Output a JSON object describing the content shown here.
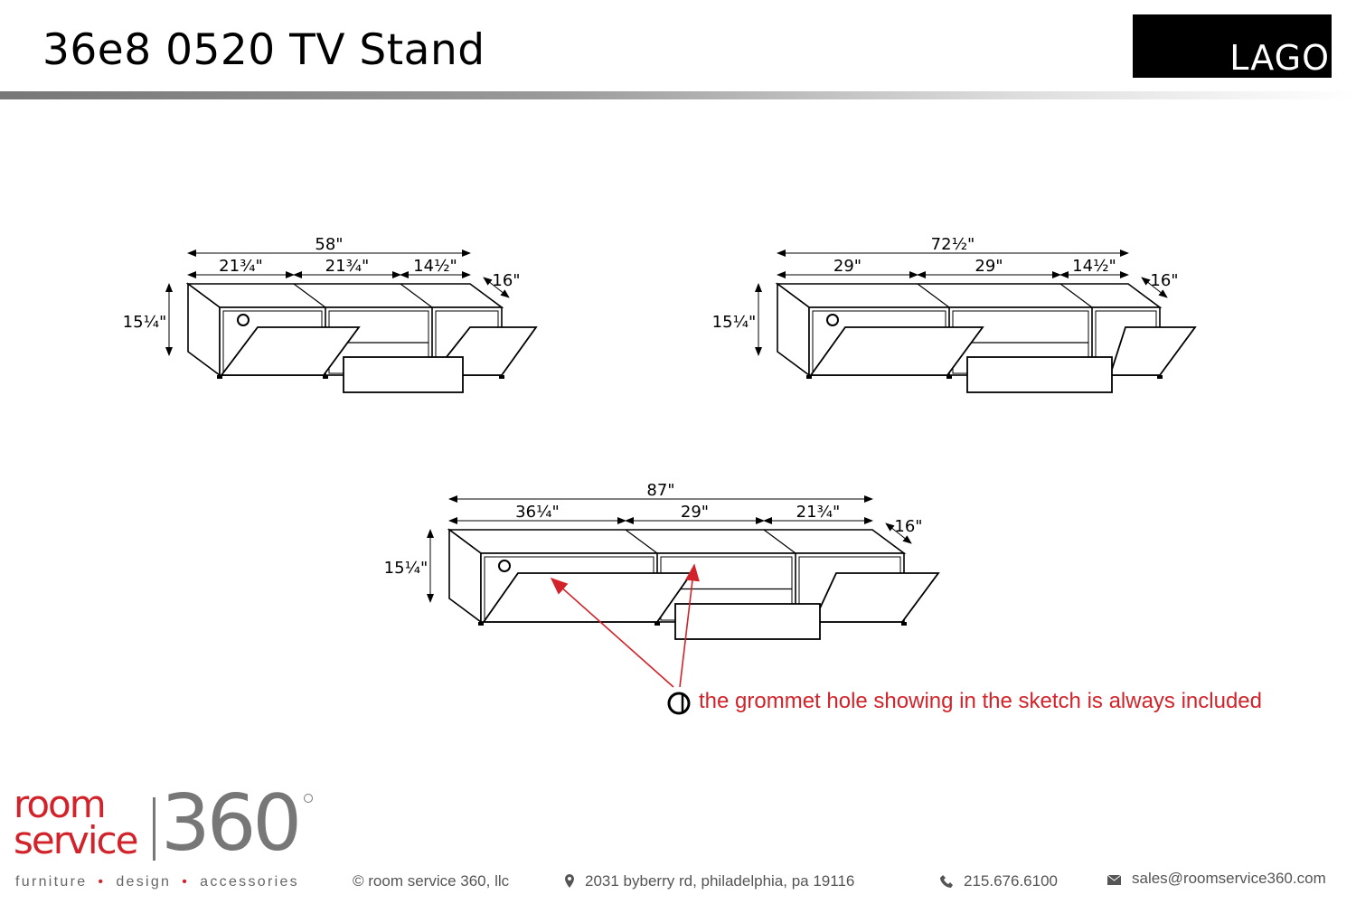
{
  "header": {
    "title": "36e8 0520 TV Stand",
    "brand": "LAGO"
  },
  "stands": [
    {
      "name": "58-inch",
      "total": "58\"",
      "sections": [
        "21¾\"",
        "21¾\"",
        "14½\""
      ],
      "depth": "16\"",
      "height": "15¼\""
    },
    {
      "name": "72-inch",
      "total": "72½\"",
      "sections": [
        "29\"",
        "29\"",
        "14½\""
      ],
      "depth": "16\"",
      "height": "15¼\""
    },
    {
      "name": "87-inch",
      "total": "87\"",
      "sections": [
        "36¼\"",
        "29\"",
        "21¾\""
      ],
      "depth": "16\"",
      "height": "15¼\""
    }
  ],
  "note": {
    "text": "the grommet hole showing in the sketch is always included",
    "color": "#d2232a"
  },
  "footer": {
    "logo_room": "room",
    "logo_service": "service",
    "logo_360": "360",
    "tagline": [
      "furniture",
      "design",
      "accessories"
    ],
    "copyright": "© room service 360, llc",
    "address": "2031 byberry rd, philadelphia, pa 19116",
    "phone": "215.676.6100",
    "email": "sales@roomservice360.com"
  }
}
